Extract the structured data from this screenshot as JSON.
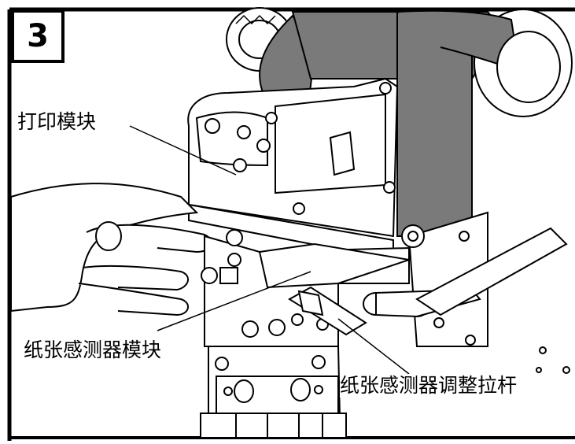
{
  "step": {
    "number": "3"
  },
  "labels": {
    "print_module": "打印模块",
    "sensor_module": "纸张感测器模块",
    "sensor_lever": "纸张感测器调整拉杆"
  },
  "colors": {
    "outline": "#000000",
    "ribbon": "#7a7a7a",
    "background": "#ffffff"
  }
}
